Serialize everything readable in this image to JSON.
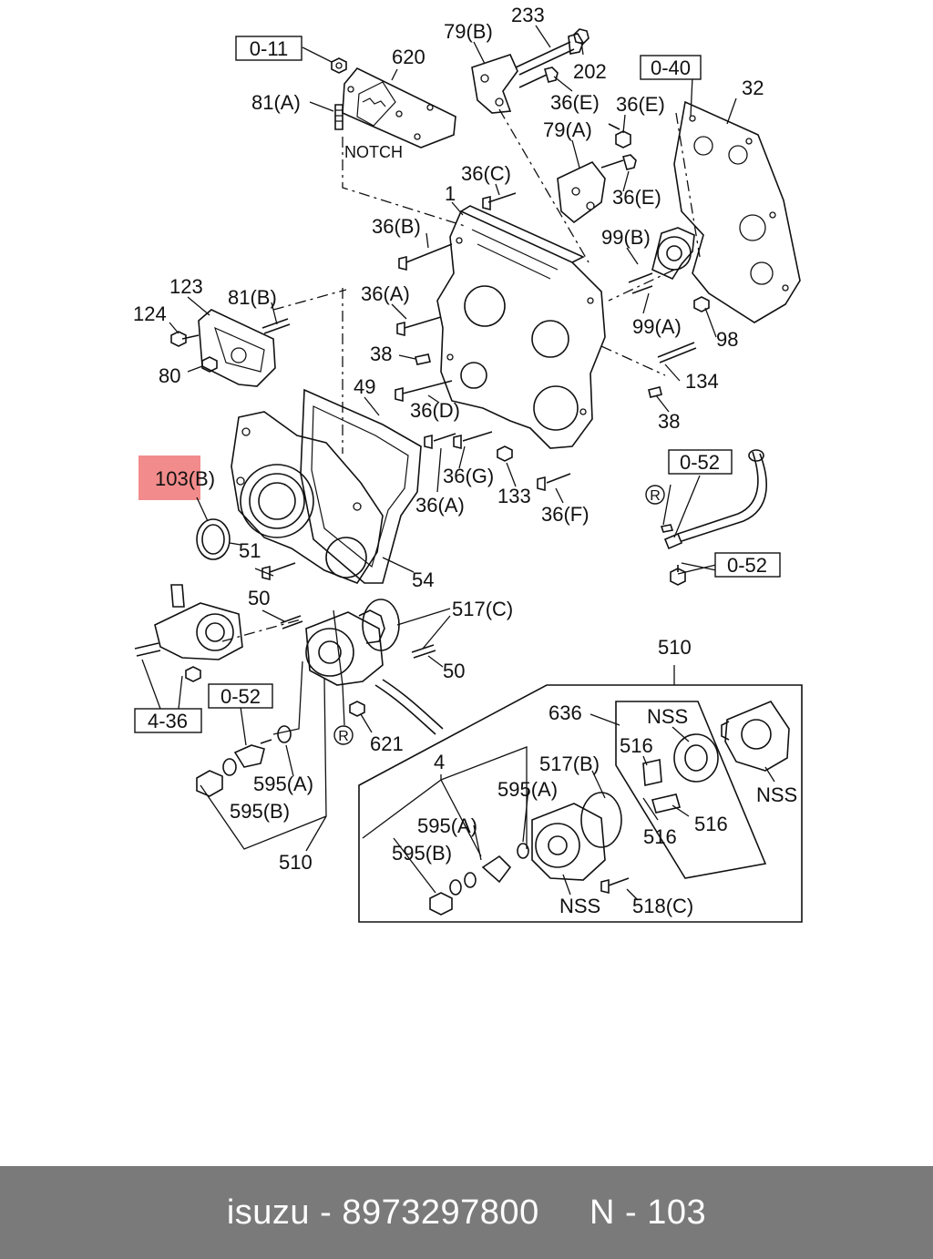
{
  "diagram": {
    "labels": [
      {
        "id": "l-233",
        "text": "233"
      },
      {
        "id": "l-79b",
        "text": "79(B)"
      },
      {
        "id": "l-202",
        "text": "202"
      },
      {
        "id": "l-620",
        "text": "620"
      },
      {
        "id": "l-36e-1",
        "text": "36(E)"
      },
      {
        "id": "l-36e-2",
        "text": "36(E)"
      },
      {
        "id": "l-32",
        "text": "32"
      },
      {
        "id": "l-81a",
        "text": "81(A)"
      },
      {
        "id": "l-79a",
        "text": "79(A)"
      },
      {
        "id": "l-notch",
        "text": "NOTCH"
      },
      {
        "id": "l-36c",
        "text": "36(C)"
      },
      {
        "id": "l-36e-3",
        "text": "36(E)"
      },
      {
        "id": "l-1",
        "text": "1"
      },
      {
        "id": "l-36b",
        "text": "36(B)"
      },
      {
        "id": "l-99b",
        "text": "99(B)"
      },
      {
        "id": "l-123",
        "text": "123"
      },
      {
        "id": "l-81b",
        "text": "81(B)"
      },
      {
        "id": "l-36a-1",
        "text": "36(A)"
      },
      {
        "id": "l-124",
        "text": "124"
      },
      {
        "id": "l-99a",
        "text": "99(A)"
      },
      {
        "id": "l-98",
        "text": "98"
      },
      {
        "id": "l-38-1",
        "text": "38"
      },
      {
        "id": "l-80",
        "text": "80"
      },
      {
        "id": "l-134",
        "text": "134"
      },
      {
        "id": "l-49",
        "text": "49"
      },
      {
        "id": "l-36d",
        "text": "36(D)"
      },
      {
        "id": "l-38-2",
        "text": "38"
      },
      {
        "id": "l-103b",
        "text": "103(B)"
      },
      {
        "id": "l-36g",
        "text": "36(G)"
      },
      {
        "id": "l-36a-2",
        "text": "36(A)"
      },
      {
        "id": "l-133",
        "text": "133"
      },
      {
        "id": "l-36f",
        "text": "36(F)"
      },
      {
        "id": "l-51",
        "text": "51"
      },
      {
        "id": "l-54",
        "text": "54"
      },
      {
        "id": "l-50-1",
        "text": "50"
      },
      {
        "id": "l-517c",
        "text": "517(C)"
      },
      {
        "id": "l-50-2",
        "text": "50"
      },
      {
        "id": "l-510-1",
        "text": "510"
      },
      {
        "id": "l-636",
        "text": "636"
      },
      {
        "id": "l-nss-1",
        "text": "NSS"
      },
      {
        "id": "l-621",
        "text": "621"
      },
      {
        "id": "l-4",
        "text": "4"
      },
      {
        "id": "l-517b",
        "text": "517(B)"
      },
      {
        "id": "l-516-1",
        "text": "516"
      },
      {
        "id": "l-595a-1",
        "text": "595(A)"
      },
      {
        "id": "l-595a-2",
        "text": "595(A)"
      },
      {
        "id": "l-nss-2",
        "text": "NSS"
      },
      {
        "id": "l-595b-1",
        "text": "595(B)"
      },
      {
        "id": "l-595a-3",
        "text": "595(A)"
      },
      {
        "id": "l-516-2",
        "text": "516"
      },
      {
        "id": "l-516-3",
        "text": "516"
      },
      {
        "id": "l-595b-2",
        "text": "595(B)"
      },
      {
        "id": "l-510-2",
        "text": "510"
      },
      {
        "id": "l-nss-3",
        "text": "NSS"
      },
      {
        "id": "l-518c",
        "text": "518(C)"
      },
      {
        "id": "l-r-1",
        "text": "R"
      },
      {
        "id": "l-r-2",
        "text": "R"
      }
    ],
    "boxed_refs": [
      {
        "id": "b-011",
        "text": "0-11"
      },
      {
        "id": "b-040",
        "text": "0-40"
      },
      {
        "id": "b-052-1",
        "text": "0-52"
      },
      {
        "id": "b-052-2",
        "text": "0-52"
      },
      {
        "id": "b-052-3",
        "text": "0-52"
      },
      {
        "id": "b-436",
        "text": "4-36"
      }
    ],
    "highlight": {
      "part": "103(B)",
      "color": "#f28b8b"
    }
  },
  "footer": {
    "brand": "isuzu",
    "separator": "-",
    "part_number": "8973297800",
    "ref": "N - 103",
    "background": "#7a7a7a",
    "text_color": "#ffffff"
  }
}
